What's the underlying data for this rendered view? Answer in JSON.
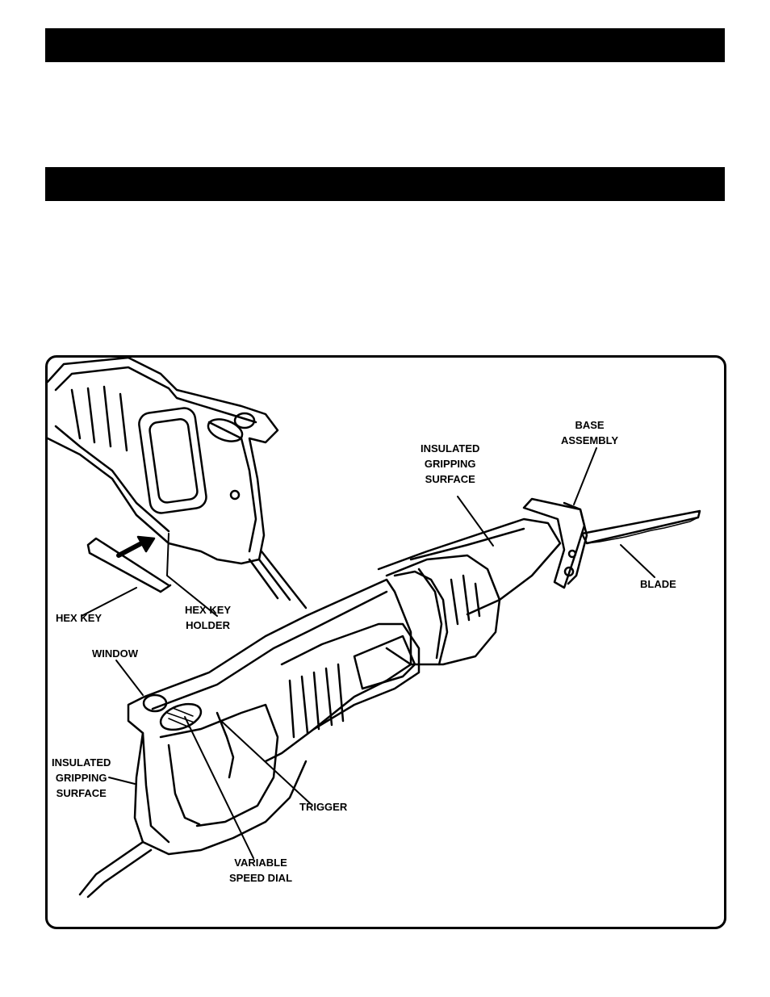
{
  "header_bars": [
    {
      "text": ""
    },
    {
      "text": ""
    }
  ],
  "figure": {
    "labels": {
      "base_assembly": [
        "BASE",
        "ASSEMBLY"
      ],
      "insulated_gripping_surface_front": [
        "INSULATED",
        "GRIPPING",
        "SURFACE"
      ],
      "blade": [
        "BLADE"
      ],
      "hex_key": [
        "HEX KEY"
      ],
      "hex_key_holder": [
        "HEX KEY",
        "HOLDER"
      ],
      "window": [
        "WINDOW"
      ],
      "insulated_gripping_surface_rear": [
        "INSULATED",
        "GRIPPING",
        "SURFACE"
      ],
      "trigger": [
        "TRIGGER"
      ],
      "variable_speed_dial": [
        "VARIABLE",
        "SPEED DIAL"
      ]
    }
  }
}
